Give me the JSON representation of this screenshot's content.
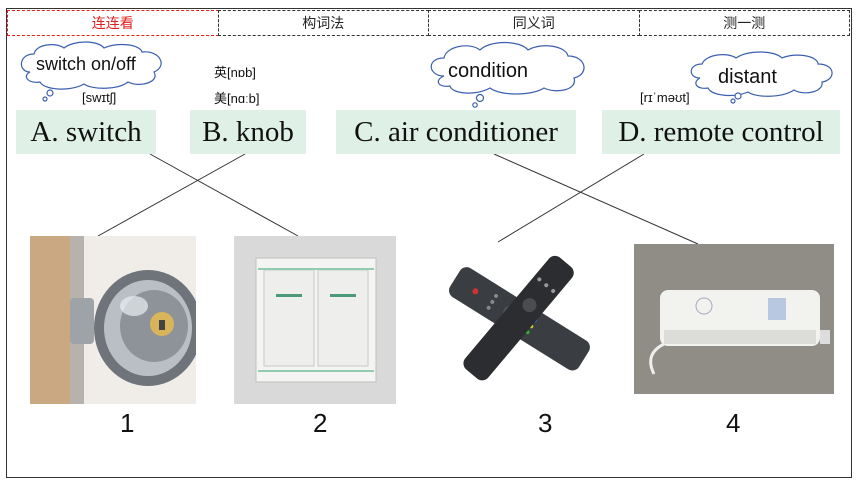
{
  "tabs": [
    "连连看",
    "构词法",
    "同义词",
    "测一测"
  ],
  "options": {
    "a": "A. switch",
    "b": "B. knob",
    "c": "C. air conditioner",
    "d": "D. remote control"
  },
  "hints": {
    "switch_cloud": "switch on/off",
    "switch_ipa": "[swɪtʃ]",
    "knob_uk": "英[nɒb]",
    "knob_us": "美[nɑːb]",
    "condition_cloud": "condition",
    "distant_cloud": "distant",
    "remote_ipa": "[rɪˈməʊt]"
  },
  "numbers": [
    "1",
    "2",
    "3",
    "4"
  ],
  "colors": {
    "active_tab": "#e02020",
    "option_bg": "#dff0e7"
  }
}
